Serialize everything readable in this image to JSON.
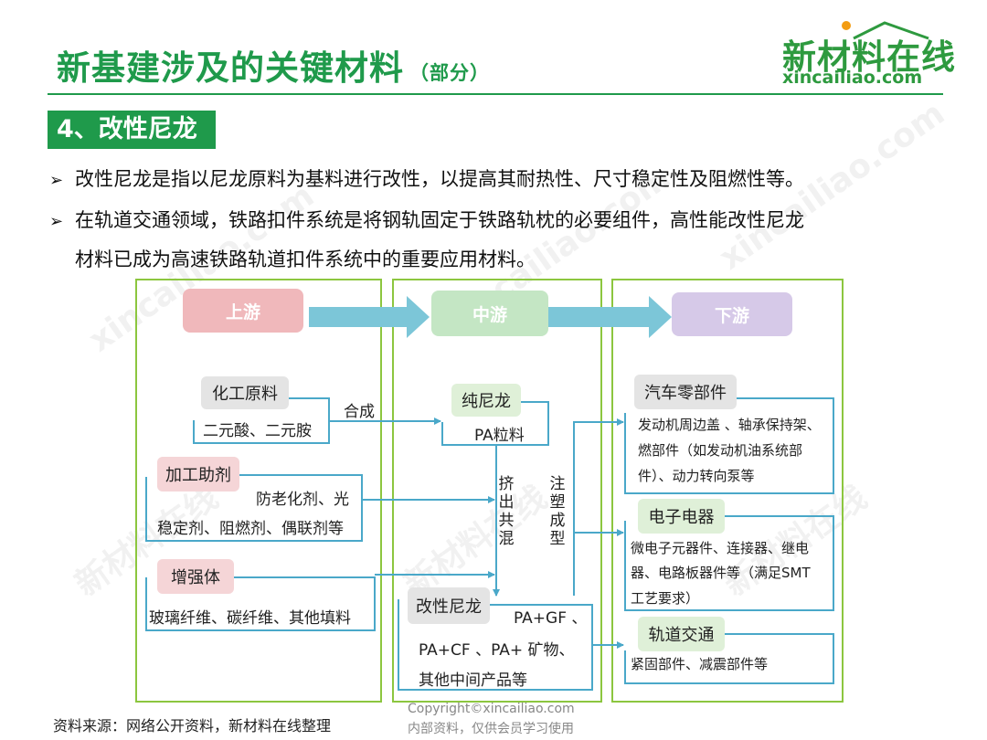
{
  "header": {
    "title": "新基建涉及的关键材料",
    "title_sub": "（部分）"
  },
  "logo": {
    "cn": "新材料在线",
    "en": "xincailiao.com"
  },
  "section": {
    "label": "4、改性尼龙"
  },
  "bullets": [
    {
      "lines": [
        "改性尼龙是指以尼龙原料为基料进行改性，以提高其耐热性、尺寸稳定性及阻燃性等。"
      ]
    },
    {
      "lines": [
        "在轨道交通领域，铁路扣件系统是将钢轨固定于铁路轨枕的必要组件，高性能改性尼龙",
        "材料已成为高速铁路轨道扣件系统中的重要应用材料。"
      ]
    }
  ],
  "diagram": {
    "stages": [
      {
        "label": "上游",
        "color": "#f0b8bb"
      },
      {
        "label": "中游",
        "color": "#c4e6c4"
      },
      {
        "label": "下游",
        "color": "#d6c9e8"
      }
    ],
    "upstream": [
      {
        "label": "化工原料",
        "lines": [
          "二元酸、二元胺"
        ]
      },
      {
        "label": "加工助剂",
        "lines": [
          "防老化剂、光",
          "稳定剂、阻燃剂、偶联剂等"
        ]
      },
      {
        "label": "增强体",
        "lines": [
          "玻璃纤维、碳纤维、其他填料"
        ]
      }
    ],
    "midstream": [
      {
        "label": "纯尼龙",
        "lines": [
          "PA粒料"
        ]
      },
      {
        "label": "改性尼龙",
        "lines": [
          "PA+GF 、",
          "PA+CF 、PA+ 矿物、",
          "其他中间产品等"
        ]
      }
    ],
    "downstream": [
      {
        "label": "汽车零部件",
        "lines": [
          "发动机周边盖 、轴承保持架、",
          "燃部件（如发动机油系统部",
          "件）、动力转向泵等"
        ]
      },
      {
        "label": "电子电器",
        "lines": [
          "微电子元器件、连接器、继电",
          "器、电路板器件等（满足SMT",
          "工艺要求）"
        ]
      },
      {
        "label": "轨道交通",
        "lines": [
          "紧固部件、减震部件等"
        ]
      }
    ],
    "process_labels": {
      "synthesis": "合成",
      "extrusion": "挤出共混",
      "injection": "注塑成型"
    },
    "colors": {
      "column_border": "#8cc63f",
      "connector": "#4aa8c9",
      "arrow": "#7cc6d8",
      "label_pink": "#f5d5d7",
      "label_green": "#dff0d8",
      "label_gray": "#e4e4e4"
    }
  },
  "footer": {
    "source": "资料来源：网络公开资料，新材料在线整理",
    "copyright": "Copyright©xincailiao.com",
    "internal": "内部资料，仅供会员学习使用"
  },
  "watermark": {
    "cn": "新材料在线",
    "en": "xincailiao.com"
  }
}
